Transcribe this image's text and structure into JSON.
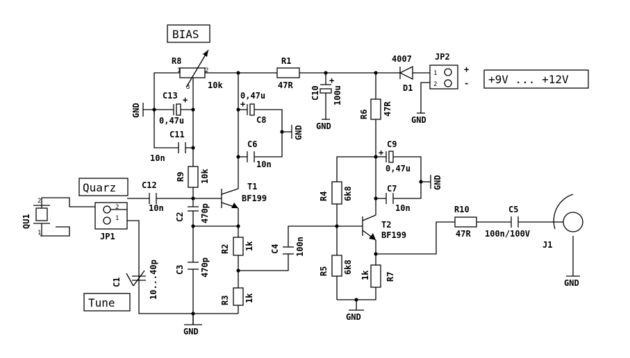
{
  "labels": {
    "bias": "BIAS",
    "quarz": "Quarz",
    "tune": "Tune",
    "supply": "+9V ... +12V",
    "r8": "R8",
    "r8_val": "10k",
    "r1": "R1",
    "r1_val": "47R",
    "c10": "C10",
    "c10_val": "100u",
    "d1": "D1",
    "d1_val": "4007",
    "jp2": "JP2",
    "jp1": "JP1",
    "c13": "C13",
    "c13_val": "0,47u",
    "c11": "C11",
    "c11_val": "10n",
    "c8": "C8",
    "c8_val": "0,47u",
    "c6": "C6",
    "c6_val": "10n",
    "r9": "R9",
    "r9_val": "10k",
    "t1": "T1",
    "t1_val": "BF199",
    "c12": "C12",
    "c12_val": "10n",
    "c2": "C2",
    "c2_val": "470p",
    "c3": "C3",
    "c3_val": "470p",
    "r2": "R2",
    "r2_val": "1k",
    "r3": "R3",
    "r3_val": "1k",
    "c4": "C4",
    "c4_val": "100n",
    "r6": "R6",
    "r6_val": "47R",
    "c9": "C9",
    "c9_val": "0,47u",
    "c7": "C7",
    "c7_val": "10n",
    "r4": "R4",
    "r4_val": "6k8",
    "r5": "R5",
    "r5_val": "6k8",
    "t2": "T2",
    "t2_val": "BF199",
    "r7": "R7",
    "r7_val": "1k",
    "r10": "R10",
    "r10_val": "47R",
    "c5": "C5",
    "c5_val": "100n/100V",
    "j1": "J1",
    "qu1": "QU1",
    "c1": "C1",
    "c1_val": "10...40p",
    "gnd": "GND",
    "plus": "+",
    "minus": "-",
    "pin1": "1",
    "pin2": "2",
    "pin3": "3"
  }
}
